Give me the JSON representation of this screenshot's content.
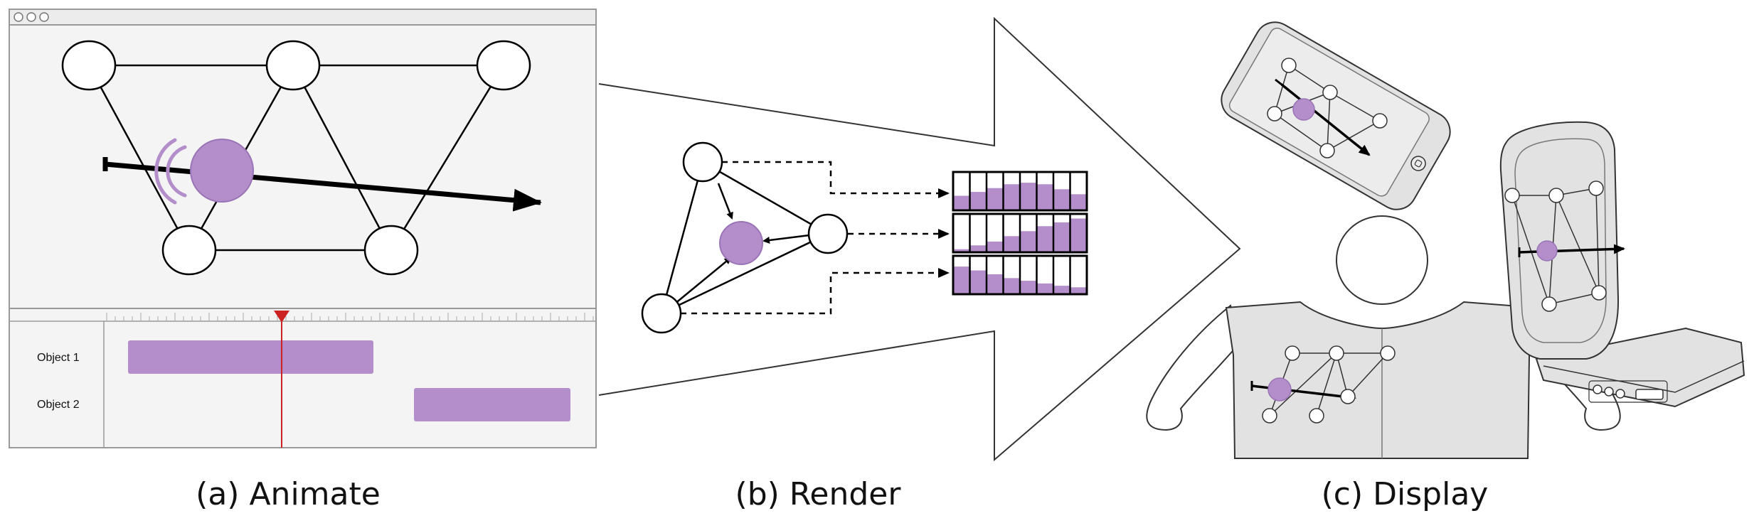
{
  "captions": {
    "animate": "(a) Animate",
    "render": "(b) Render",
    "display": "(c) Display"
  },
  "timeline": {
    "tracks": [
      {
        "label": "Object 1"
      },
      {
        "label": "Object 2"
      }
    ]
  },
  "colors": {
    "accent": "#b38ecb",
    "accent_stroke": "#9a74b6",
    "playhead": "#cc2222",
    "device_fill": "#e2e2e2",
    "window_bg": "#f4f4f4"
  },
  "icons": [
    "traffic-light-dots",
    "playhead-marker",
    "motion-arrow",
    "vibration-waves"
  ]
}
